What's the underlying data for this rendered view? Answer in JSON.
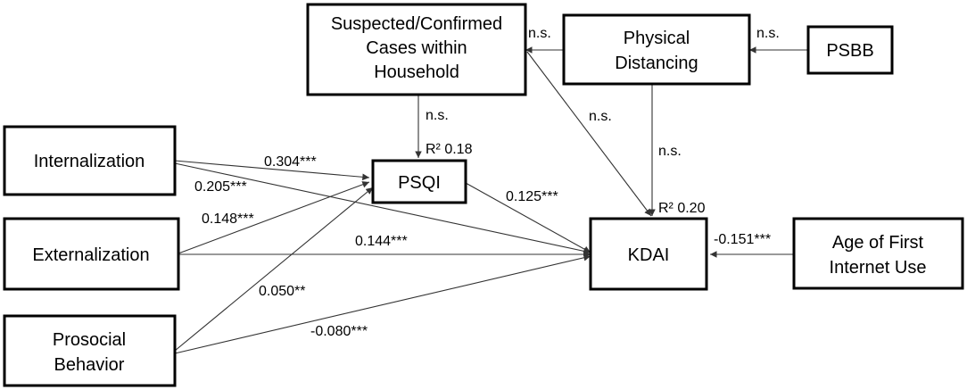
{
  "nodes": {
    "suspected": {
      "lines": [
        "Suspected/Confirmed",
        "Cases within",
        "Household"
      ]
    },
    "distancing": {
      "lines": [
        "Physical",
        "Distancing"
      ]
    },
    "psbb": {
      "lines": [
        "PSBB"
      ]
    },
    "internalization": {
      "lines": [
        "Internalization"
      ]
    },
    "externalization": {
      "lines": [
        "Externalization"
      ]
    },
    "prosocial": {
      "lines": [
        "Prosocial",
        "Behavior"
      ]
    },
    "psqi": {
      "lines": [
        "PSQI"
      ]
    },
    "kdai": {
      "lines": [
        "KDAI"
      ]
    },
    "age": {
      "lines": [
        "Age of First",
        "Internet Use"
      ]
    }
  },
  "r2": {
    "psqi": "R² 0.18",
    "kdai": "R² 0.20"
  },
  "paths": {
    "distancing_to_suspected": "n.s.",
    "psbb_to_distancing": "n.s.",
    "suspected_to_psqi": "n.s.",
    "suspected_to_kdai": "n.s.",
    "distancing_to_kdai": "n.s.",
    "internalization_to_psqi": "0.304***",
    "internalization_to_kdai": "0.205***",
    "externalization_to_psqi": "0.148***",
    "externalization_to_kdai": "0.144***",
    "prosocial_to_psqi": "0.050**",
    "prosocial_to_kdai": "-0.080***",
    "psqi_to_kdai": "0.125***",
    "age_to_kdai": "-0.151***"
  }
}
